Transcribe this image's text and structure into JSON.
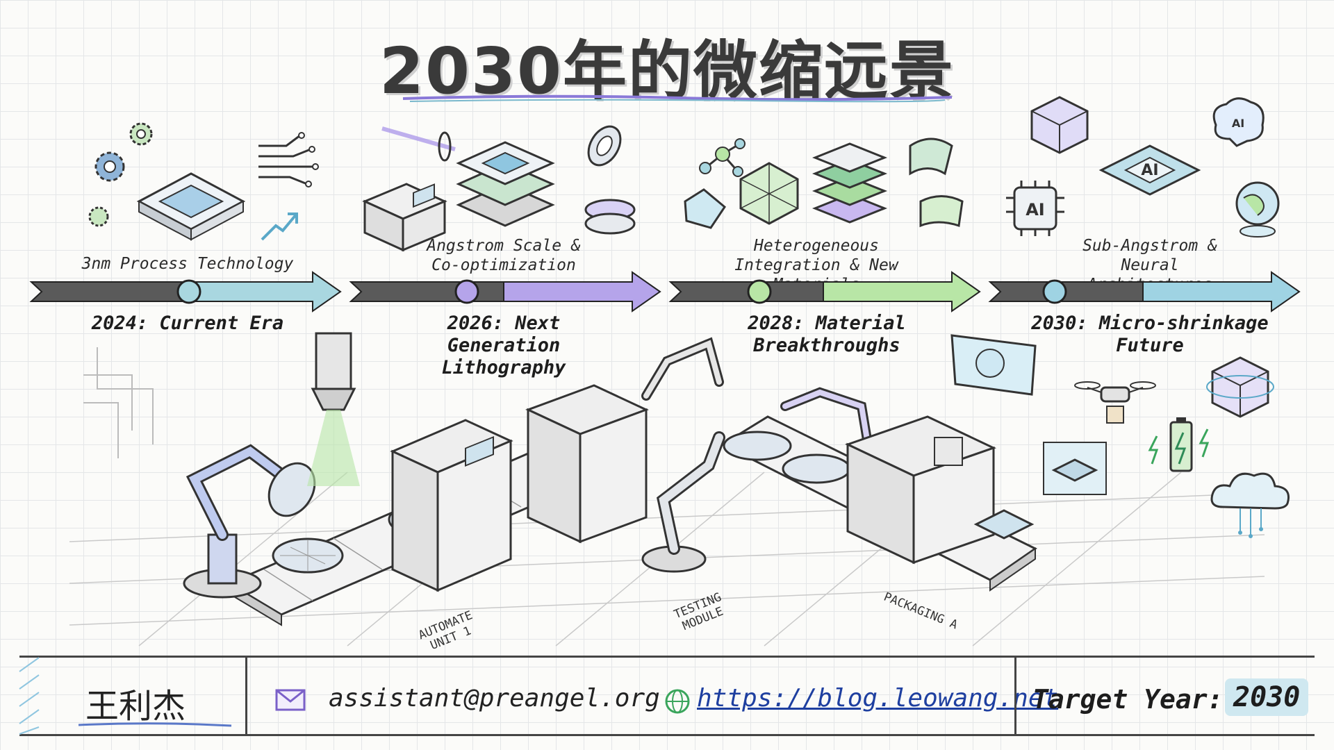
{
  "title": "2030年的微缩远景",
  "milestones": [
    {
      "label": "3nm Process Technology",
      "year": "2024: Current Era",
      "color": "#a9d7e0"
    },
    {
      "label": "Angstrom Scale & Co-optimization",
      "year": "2026: Next Generation Lithography",
      "color": "#b5a4ea"
    },
    {
      "label": "Heterogeneous Integration & New Materials",
      "year": "2028: Material Breakthroughs",
      "color": "#b8e6a6"
    },
    {
      "label": "Sub-Angstrom & Neural Architectures",
      "year": "2030: Micro-shrinkage Future",
      "color": "#9fd3e3"
    }
  ],
  "icons": {
    "ai_chip_small": "AI",
    "ai_chip_large": "AI",
    "ai_brain": "AI"
  },
  "zones": {
    "automate": "AUTOMATE UNIT 1",
    "testing": "TESTING MODULE",
    "packaging": "PACKAGING A"
  },
  "footer": {
    "name": "王利杰",
    "email": "assistant@preangel.org",
    "website": "https://blog.leowang.net",
    "target_label": "Target Year:",
    "target_value": "2030"
  }
}
